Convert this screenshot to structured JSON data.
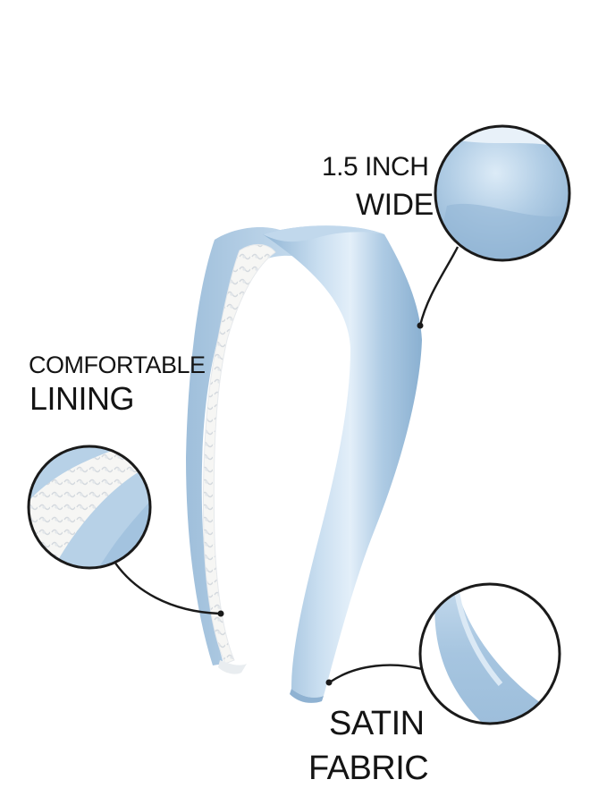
{
  "callouts": {
    "width": {
      "line1": "1.5 INCH",
      "line2": "WIDE"
    },
    "lining": {
      "line1": "COMFORTABLE",
      "line2": "LINING"
    },
    "fabric": {
      "line1": "SATIN",
      "line2": "FABRIC"
    }
  },
  "colors": {
    "satin": "#a9c8e2",
    "satin_light": "#d5e7f4",
    "satin_dark": "#7ea6c7",
    "lining": "#f4f4f2",
    "lining_shadow": "#cfd6dc",
    "text": "#141414",
    "circle_stroke": "#1a1a1a"
  },
  "objects": {
    "product": "satin-headband",
    "detail_icons": [
      "zoom-circle-fabric-width",
      "zoom-circle-lining",
      "zoom-circle-satin-edge"
    ]
  }
}
